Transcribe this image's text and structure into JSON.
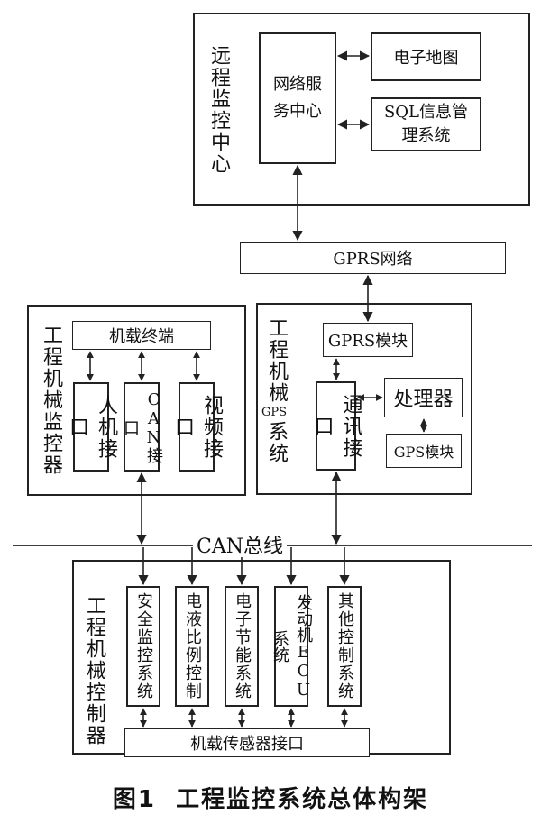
{
  "remote_center": {
    "label": "远程监控中心",
    "network_service": "网络服务中心",
    "e_map": "电子地图",
    "sql_system": "SQL信息管理系统"
  },
  "gprs_network": "GPRS网络",
  "monitor": {
    "label": "工程机械监控器",
    "terminal": "机载终端",
    "hmi": "人机接口",
    "can_iface": "CAN接口",
    "video_iface": "视频接口"
  },
  "gps_system": {
    "label_top": "工程机械",
    "label_gps": "GPS",
    "label_bottom": "系统",
    "gprs_module": "GPRS模块",
    "comm_iface": "通讯接口",
    "processor": "处理器",
    "gps_module": "GPS模块"
  },
  "can_bus": "CAN总线",
  "controller": {
    "label": "工程机械控制器",
    "modules": [
      "安全监控系统",
      "电液比例控制",
      "电子节能系统",
      "发动机ECU系统",
      "其他控制系统"
    ],
    "sensor_iface": "机载传感器接口"
  },
  "figure_caption": "图1  工程监控系统总体构架"
}
